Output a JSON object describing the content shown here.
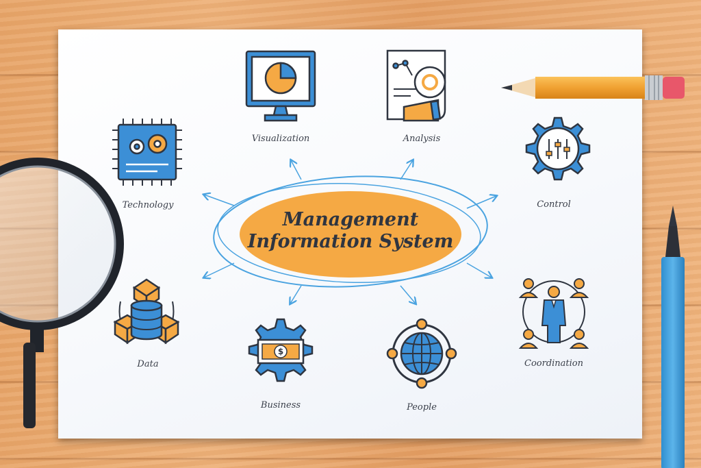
{
  "title": {
    "line1": "Management",
    "line2": "Information System"
  },
  "nodes": [
    {
      "key": "visualization",
      "label": "Visualization"
    },
    {
      "key": "analysis",
      "label": "Analysis"
    },
    {
      "key": "control",
      "label": "Control"
    },
    {
      "key": "coordination",
      "label": "Coordination"
    },
    {
      "key": "people",
      "label": "People"
    },
    {
      "key": "business",
      "label": "Business"
    },
    {
      "key": "data",
      "label": "Data"
    },
    {
      "key": "technology",
      "label": "Technology"
    }
  ],
  "colors": {
    "accent_blue": "#3c8fd6",
    "accent_orange": "#f5a944",
    "outline": "#2f3540",
    "ellipse_stroke": "#4aa3e0"
  }
}
